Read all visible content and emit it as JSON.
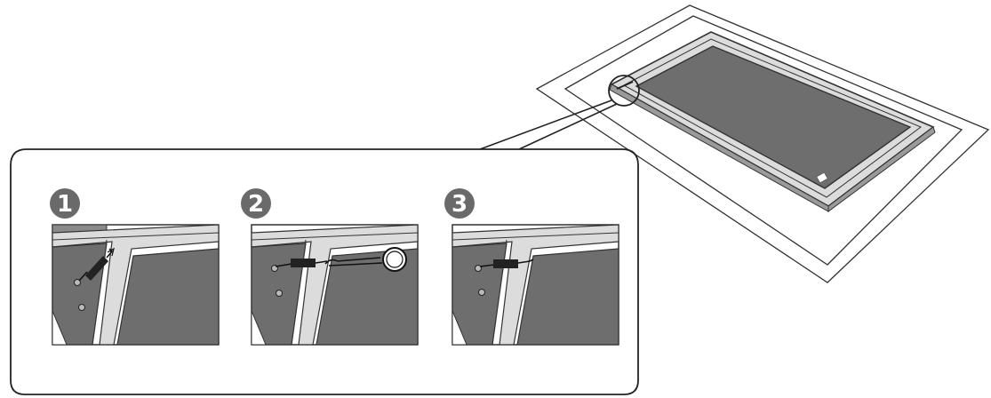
{
  "steps": [
    {
      "number": "1"
    },
    {
      "number": "2"
    },
    {
      "number": "3"
    }
  ],
  "colors": {
    "outline": "#222222",
    "panel_fill": "#6e6e6e",
    "frame_fill": "#dcdcdc",
    "badge_fill": "#6a6a6a",
    "background": "#ffffff"
  },
  "icons": [
    "spring-icon",
    "hook-tool-icon",
    "mounting-hole-icon"
  ]
}
